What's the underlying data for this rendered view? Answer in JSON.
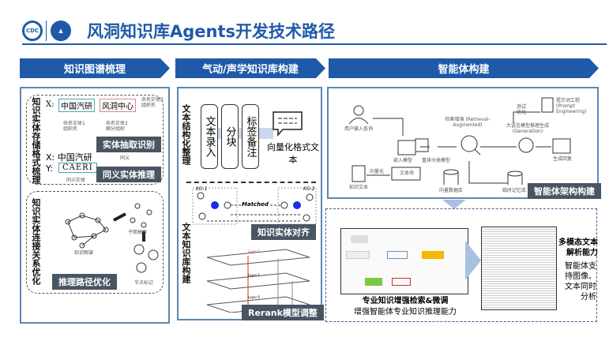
{
  "header": {
    "title": "风洞知识库Agents开发技术路径",
    "logo_left": "CDC"
  },
  "sections": [
    {
      "label": "知识图谱梳理"
    },
    {
      "label": "气动/声学知识库构建"
    },
    {
      "label": "智能体构建"
    }
  ],
  "col1": {
    "top": {
      "vlabel": "知识实体存储格式梳理",
      "x_label": "X:",
      "x_part1": "中国汽研",
      "x_part2": "风洞中心",
      "ent3": "命名实体3 组织名",
      "ent1": "命名实体1 组织名",
      "ent2": "命名实体2 细分组织",
      "tag1": "实体抽取识别",
      "syn_x": "X: 中国汽研",
      "syn_y": "Y:",
      "syn_y_val": "CAERI",
      "syn_word": "同义",
      "syn_ent": "同义实体",
      "tag2": "同义实体推理"
    },
    "bottom": {
      "vlabel": "知识实体连接关系优化",
      "graph_label": "知识图谱",
      "sub_label": "子图抽取",
      "node_label": "节点标记",
      "tag": "推理路径优化"
    }
  },
  "col2": {
    "top": {
      "vlabel": "文本结构化整理",
      "steps": [
        "文本录入",
        "分块",
        "标签备注"
      ],
      "result": "向量化格式文本"
    },
    "bottom": {
      "vlabel": "文本知识库构建",
      "kg1": "KG-1",
      "kg2": "KG-2",
      "matched": "Matched",
      "tag1": "知识实体对齐",
      "layer2": "Layer 2",
      "layer1": "Layer 1",
      "layer0": "Layer 0",
      "tag2": "Rerank模型调整"
    }
  },
  "col3": {
    "arch": {
      "user_query": "用户输入查询",
      "embed_model": "嵌入模型",
      "rerank_model": "重排分类模型",
      "retrieval": "检索增强 (Retrieval-Augmented)",
      "generation": "大语言模型推理生成 (Generation)",
      "test_opt": "测试优化",
      "prompt_eng": "提示词工程 (Prompt Engineering)",
      "gen_answer": "生成回复",
      "knowledge_text": "知识文本",
      "vectorize": "向量化",
      "text_chunk": "文本块",
      "vector_db": "向量数据库",
      "temp_memory": "临时记忆库",
      "tag": "智能体架构构建"
    },
    "bottom": {
      "caption_bold": "专业知识增强检索&微调",
      "caption": "增强智能体专业知识推理能力",
      "multi_title": "多模态文本解析能力",
      "multi_desc": "智能体支持图像、文本同时分析"
    }
  }
}
